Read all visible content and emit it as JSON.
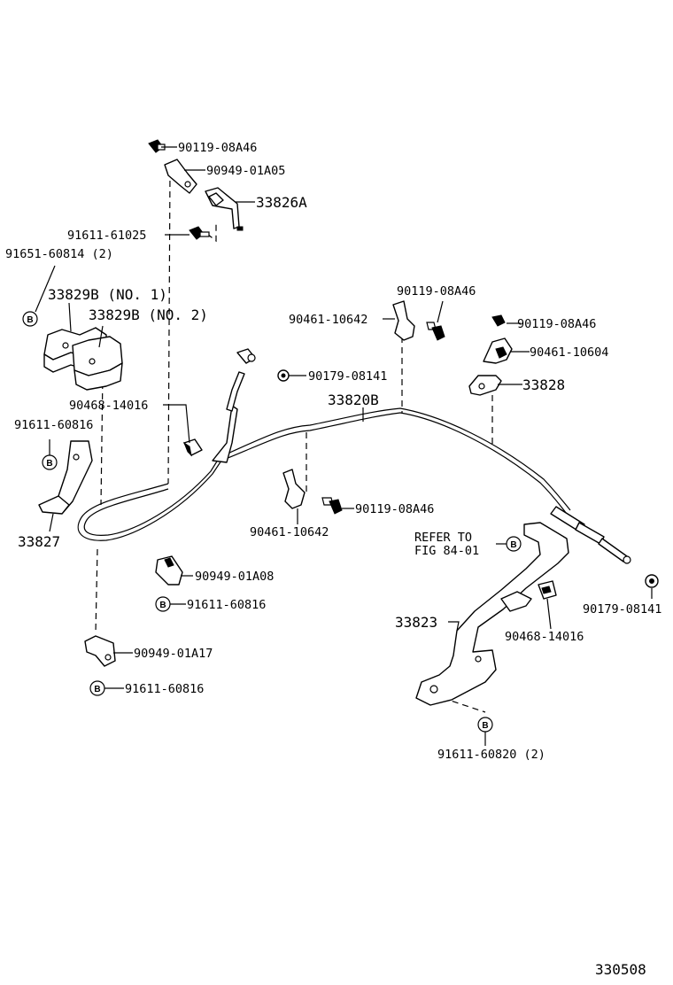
{
  "diagram": {
    "part_labels": {
      "p_90119_08A46_top": "90119-08A46",
      "p_90949_01A05": "90949-01A05",
      "p_33826A": "33826A",
      "p_91611_61025": "91611-61025",
      "p_91651_60814": "91651-60814 (2)",
      "p_33829B_no1": "33829B (NO. 1)",
      "p_33829B_no2": "33829B (NO. 2)",
      "p_90468_14016_left": "90468-14016",
      "p_91611_60816_left": "91611-60816",
      "p_33827": "33827",
      "p_90119_08A46_mid": "90119-08A46",
      "p_90461_10642_top": "90461-10642",
      "p_90119_08A46_right": "90119-08A46",
      "p_90461_10604": "90461-10604",
      "p_90179_08141_mid": "90179-08141",
      "p_33828": "33828",
      "p_33820B": "33820B",
      "p_90119_08A46_low": "90119-08A46",
      "p_90461_10642_low": "90461-10642",
      "p_90949_01A08": "90949-01A08",
      "p_91611_60816_mid": "91611-60816",
      "p_90949_01A17": "90949-01A17",
      "p_91611_60816_bottom": "91611-60816",
      "p_refer_line1": "REFER TO",
      "p_refer_line2": "FIG 84-01",
      "p_90179_08141_right": "90179-08141",
      "p_33823": "33823",
      "p_90468_14016_right": "90468-14016",
      "p_91611_60820": "91611-60820 (2)"
    },
    "marker_letter": "B",
    "figure_number": "330508"
  }
}
